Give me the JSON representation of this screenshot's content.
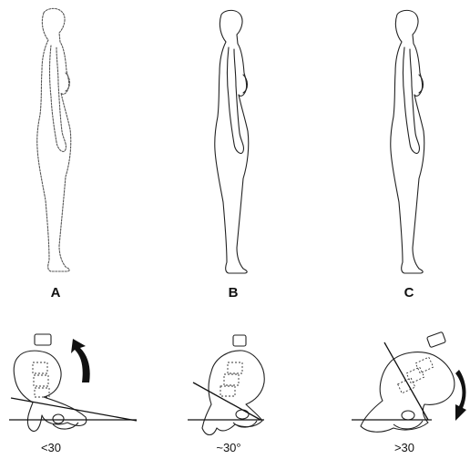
{
  "figure": {
    "panels": [
      {
        "id": "A",
        "label": "A"
      },
      {
        "id": "B",
        "label": "B"
      },
      {
        "id": "C",
        "label": "C"
      }
    ],
    "pelvis_details": [
      {
        "id": "A",
        "angle_label": "<30",
        "tilt_deg": 15,
        "rotation_arrow": "counter-clockwise"
      },
      {
        "id": "B",
        "angle_label": "~30°",
        "tilt_deg": 38,
        "rotation_arrow": "none"
      },
      {
        "id": "C",
        "angle_label": ">30",
        "tilt_deg": 58,
        "rotation_arrow": "clockwise"
      }
    ]
  }
}
